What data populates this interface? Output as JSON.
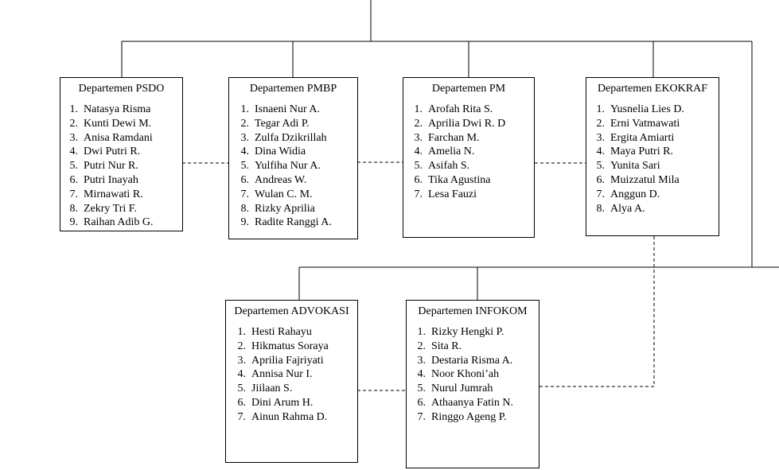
{
  "departments": [
    {
      "id": "psdo",
      "title": "Departemen PSDO",
      "members": [
        "Natasya Risma",
        "Kunti Dewi M.",
        "Anisa Ramdani",
        "Dwi Putri R.",
        "Putri Nur R.",
        "Putri Inayah",
        "Mirnawati R.",
        "Zekry Tri F.",
        "Raihan Adib G."
      ]
    },
    {
      "id": "pmbp",
      "title": "Departemen PMBP",
      "members": [
        "Isnaeni Nur A.",
        "Tegar Adi P.",
        "Zulfa Dzikrillah",
        "Dina Widia",
        "Yulfiha Nur A.",
        "Andreas W.",
        "Wulan C. M.",
        "Rizky Aprilia",
        "Radite Ranggi A."
      ]
    },
    {
      "id": "pm",
      "title": "Departemen PM",
      "members": [
        "Arofah Rita S.",
        "Aprilia Dwi R. D",
        "Farchan M.",
        "Amelia N.",
        "Asifah S.",
        "Tika Agustina",
        "Lesa Fauzi"
      ]
    },
    {
      "id": "ekokraf",
      "title": "Departemen EKOKRAF",
      "members": [
        "Yusnelia Lies D.",
        "Erni Vatmawati",
        "Ergita Amiarti",
        "Maya Putri R.",
        "Yunita Sari",
        "Muizzatul Mila",
        "Anggun D.",
        "Alya A."
      ]
    },
    {
      "id": "advokasi",
      "title": "Departemen ADVOKASI",
      "members": [
        "Hesti Rahayu",
        "Hikmatus Soraya",
        "Aprilia Fajriyati",
        "Annisa Nur I.",
        "Jiilaan S.",
        "Dini Arum H.",
        "Ainun Rahma D."
      ]
    },
    {
      "id": "infokom",
      "title": "Departemen INFOKOM",
      "members": [
        "Rizky Hengki P.",
        "Sita R.",
        "Destaria Risma A.",
        "Noor Khoni’ah",
        "Nurul Jumrah",
        "Athaanya Fatin N.",
        "Ringgo Ageng P."
      ]
    }
  ]
}
